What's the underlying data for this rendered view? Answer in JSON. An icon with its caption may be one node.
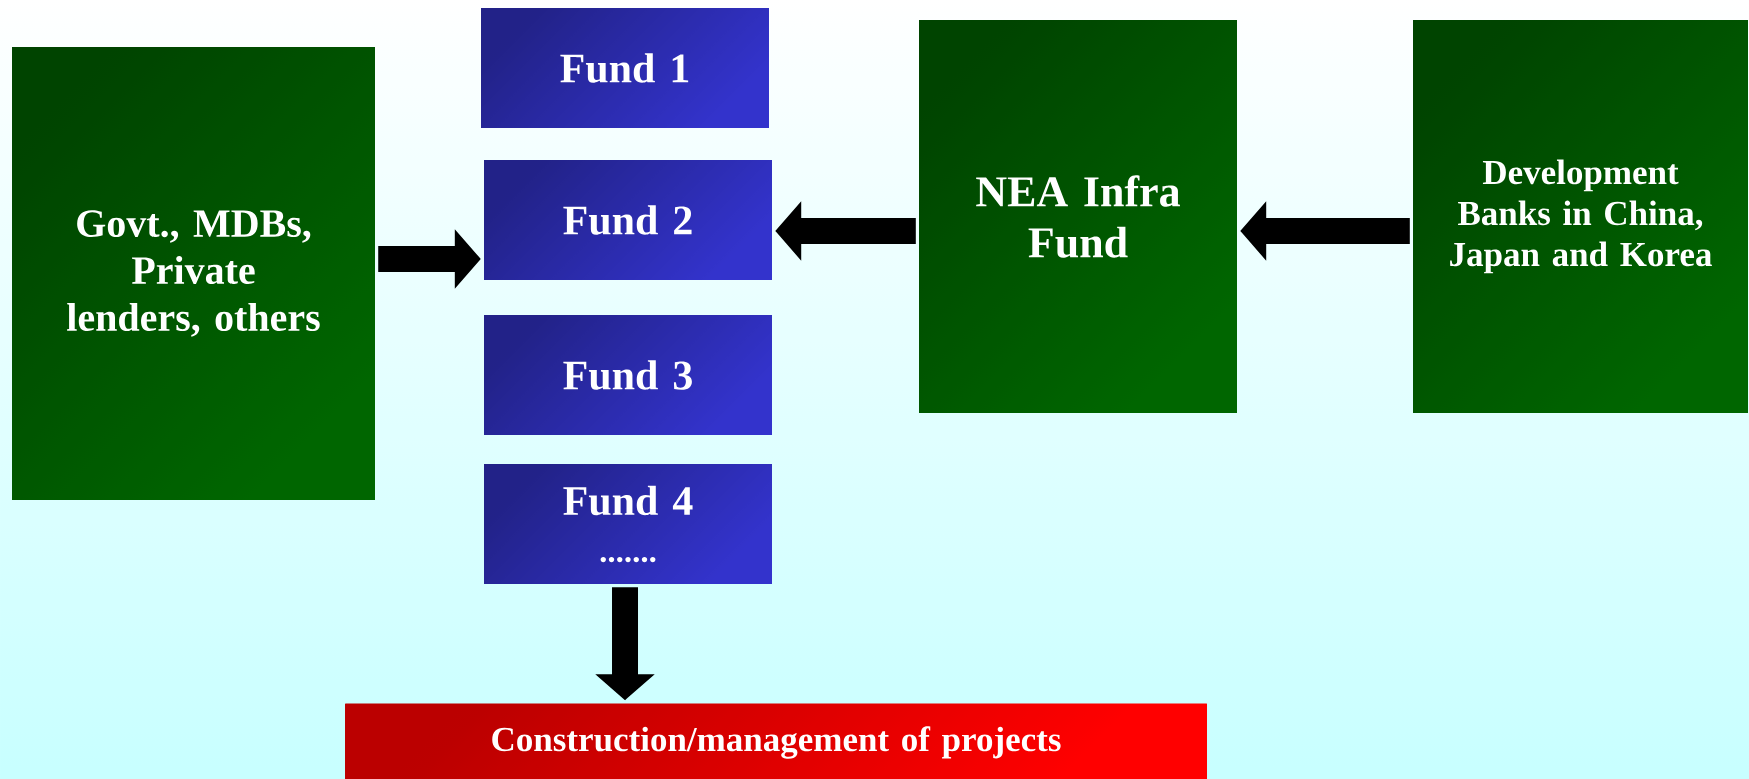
{
  "diagram": {
    "nodes": [
      {
        "text": [
          "Govt., MDBs, Private lenders, others"
        ]
      },
      {
        "text": [
          "Fund 1"
        ]
      },
      {
        "text": [
          "Fund 2"
        ]
      },
      {
        "text": [
          "Fund 3"
        ]
      },
      {
        "text": [
          "Fund 4",
          "......."
        ]
      },
      {
        "text": [
          "NEA Infra Fund"
        ]
      },
      {
        "text": [
          "Development Banks in China, Japan and Korea"
        ]
      },
      {
        "text": [
          "Construction/management of projects"
        ]
      }
    ],
    "edges": [
      {
        "from": 0,
        "to": 2,
        "arrow": "to"
      },
      {
        "from": 5,
        "to": 2,
        "arrow": "to"
      },
      {
        "from": 6,
        "to": 5,
        "arrow": "to"
      },
      {
        "from": 4,
        "to": 7,
        "arrow": "to"
      }
    ]
  }
}
